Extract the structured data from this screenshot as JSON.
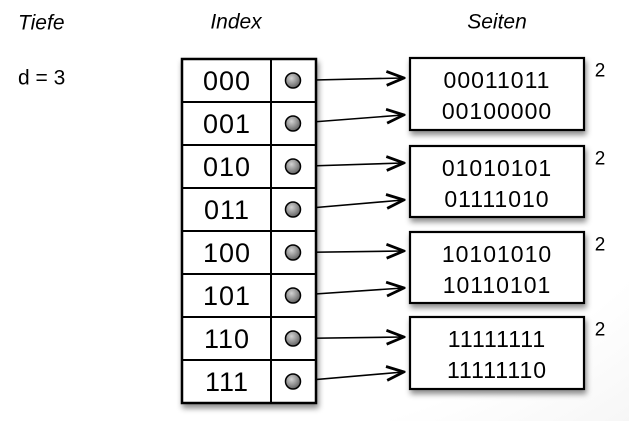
{
  "diagram": {
    "depth_label": "Tiefe",
    "depth_value": "d = 3",
    "index_label": "Index",
    "pages_label": "Seiten"
  },
  "index_table": {
    "rows": [
      "000",
      "001",
      "010",
      "011",
      "100",
      "101",
      "110",
      "111"
    ]
  },
  "pages": [
    {
      "line1": "00011011",
      "line2": "00100000",
      "local_depth": "2"
    },
    {
      "line1": "01010101",
      "line2": "01111010",
      "local_depth": "2"
    },
    {
      "line1": "10101010",
      "line2": "10110101",
      "local_depth": "2"
    },
    {
      "line1": "11111111",
      "line2": "11111110",
      "local_depth": "2"
    }
  ],
  "colors": {
    "ink": "#000000",
    "pointer_dot": "#7a7a7a",
    "page_fill": "#ffffff"
  }
}
